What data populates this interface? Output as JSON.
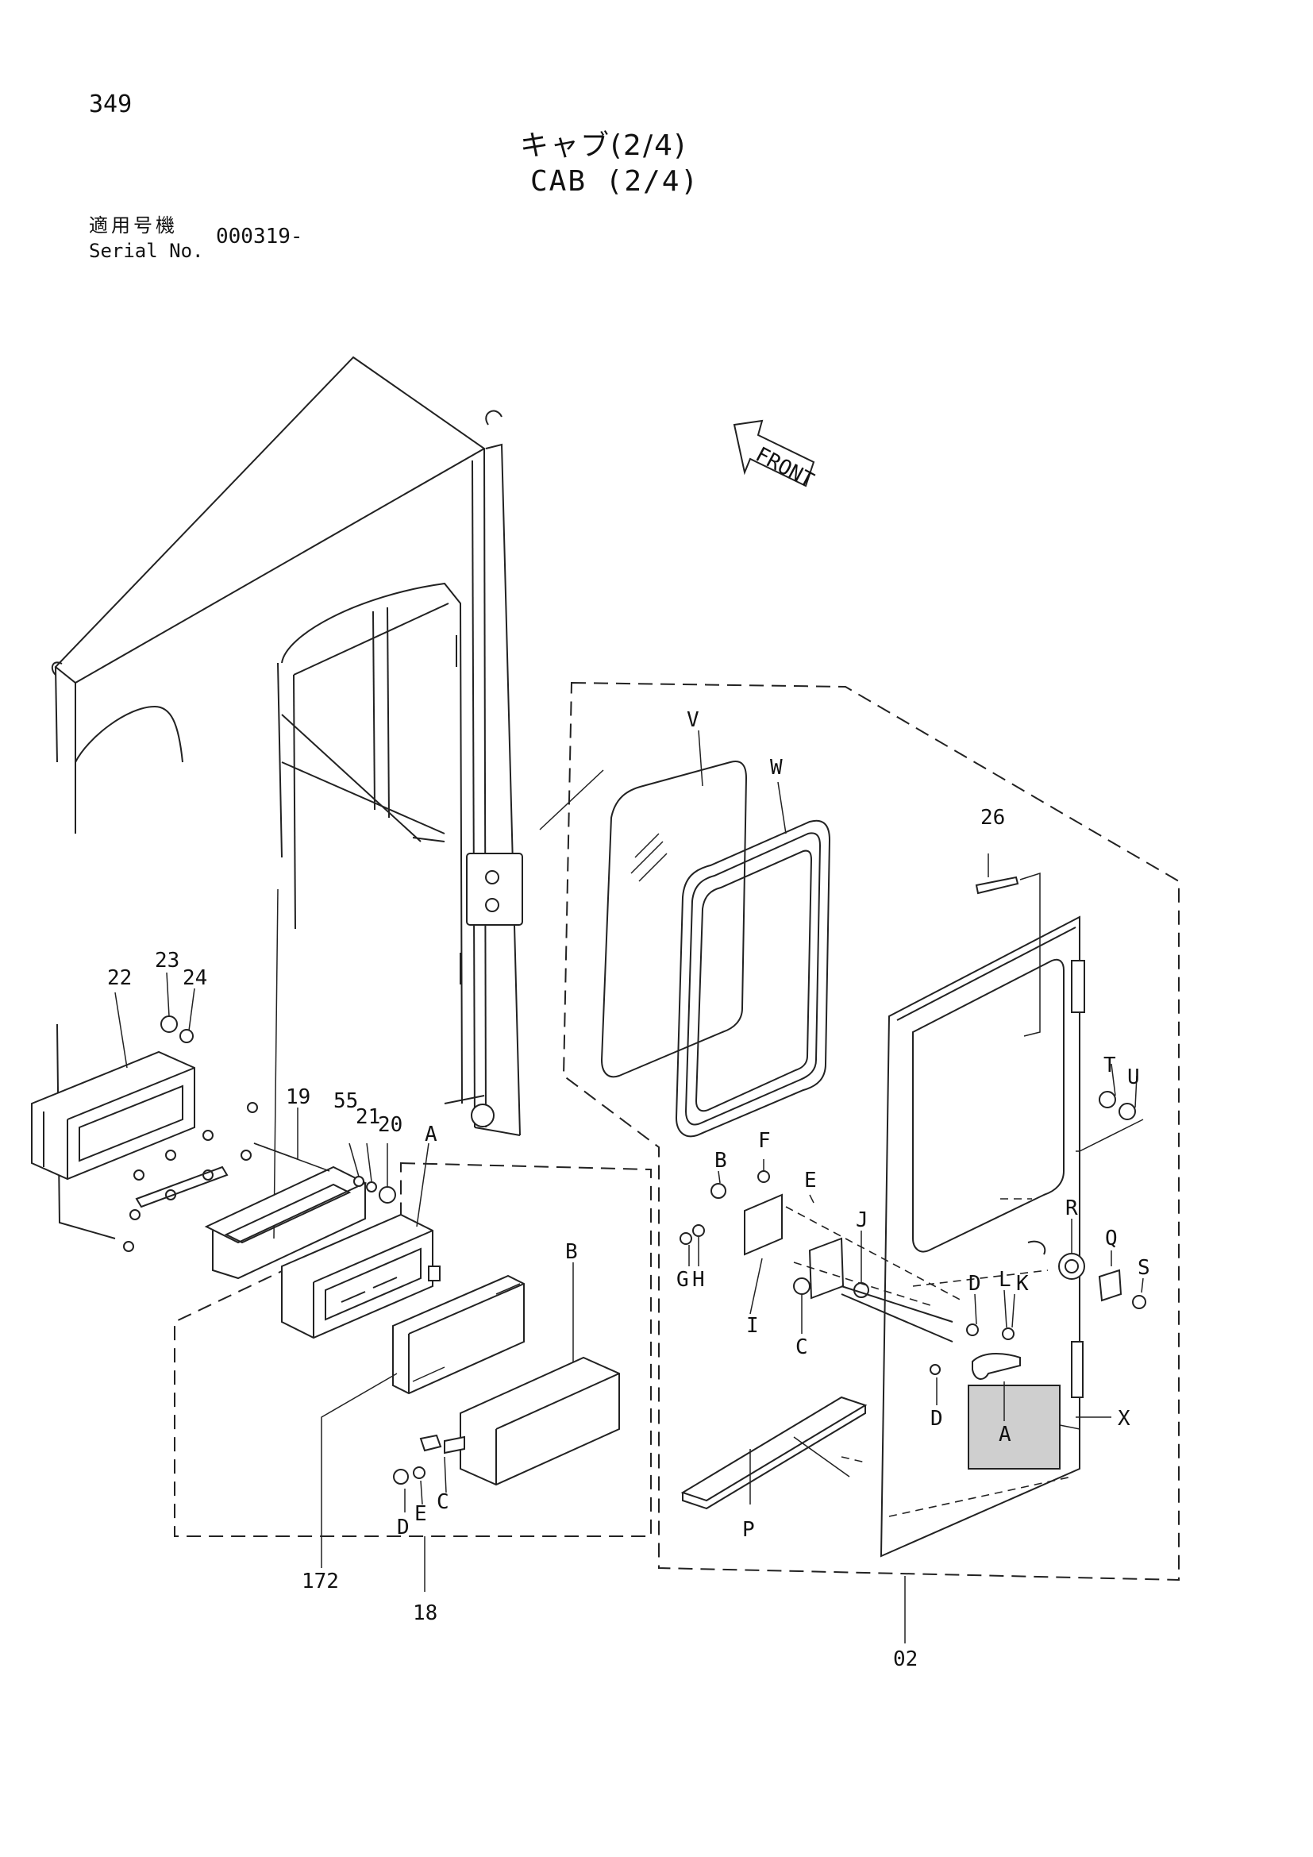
{
  "page_number": "349",
  "title_jp": "キャブ(2/4)",
  "title_en": "CAB (2/4)",
  "serial": {
    "label_jp": "適用号機",
    "label_en": "Serial No.",
    "value": "000319-"
  },
  "front_arrow_label": "FRONT",
  "callouts": {
    "n26": "26",
    "n23": "23",
    "n24": "24",
    "n22": "22",
    "n19": "19",
    "n55": "55",
    "n21": "21",
    "n20": "20",
    "n172": "172",
    "n18": "18",
    "n02": "02",
    "A": "A",
    "B": "B",
    "C": "C",
    "D": "D",
    "E": "E",
    "F": "F",
    "G": "G",
    "H": "H",
    "I": "I",
    "J": "J",
    "K": "K",
    "L": "L",
    "P": "P",
    "Q": "Q",
    "R": "R",
    "S": "S",
    "T": "T",
    "U": "U",
    "V": "V",
    "W": "W",
    "X": "X"
  }
}
